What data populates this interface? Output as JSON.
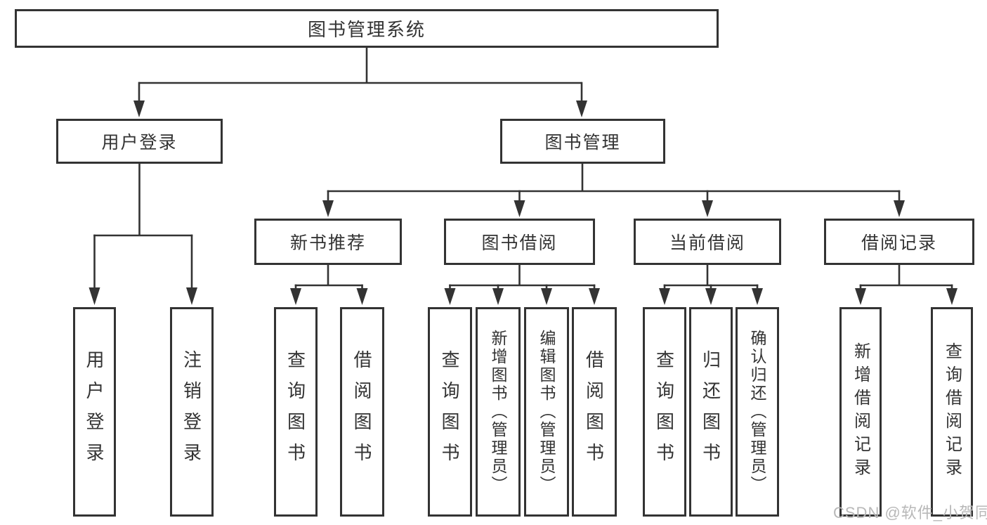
{
  "diagram": {
    "root": {
      "label": "图书管理系统"
    },
    "branches": [
      {
        "label": "用户登录",
        "children": [
          {
            "label": "用户登录"
          },
          {
            "label": "注销登录"
          }
        ]
      },
      {
        "label": "图书管理",
        "children": [
          {
            "label": "新书推荐",
            "children": [
              {
                "label": "查询图书"
              },
              {
                "label": "借阅图书"
              }
            ]
          },
          {
            "label": "图书借阅",
            "children": [
              {
                "label": "查询图书"
              },
              {
                "label": "新增图书（管理员）"
              },
              {
                "label": "编辑图书（管理员）"
              },
              {
                "label": "借阅图书"
              }
            ]
          },
          {
            "label": "当前借阅",
            "children": [
              {
                "label": "查询图书"
              },
              {
                "label": "归还图书"
              },
              {
                "label": "确认归还（管理员）"
              }
            ]
          },
          {
            "label": "借阅记录",
            "children": [
              {
                "label": "新增借阅记录"
              },
              {
                "label": "查询借阅记录"
              }
            ]
          }
        ]
      }
    ],
    "watermark": "CSDN @软件_小贺同学",
    "colors": {
      "line": "#333333",
      "text": "#333333",
      "watermark": "#b8b8b8",
      "background": "#ffffff"
    }
  }
}
